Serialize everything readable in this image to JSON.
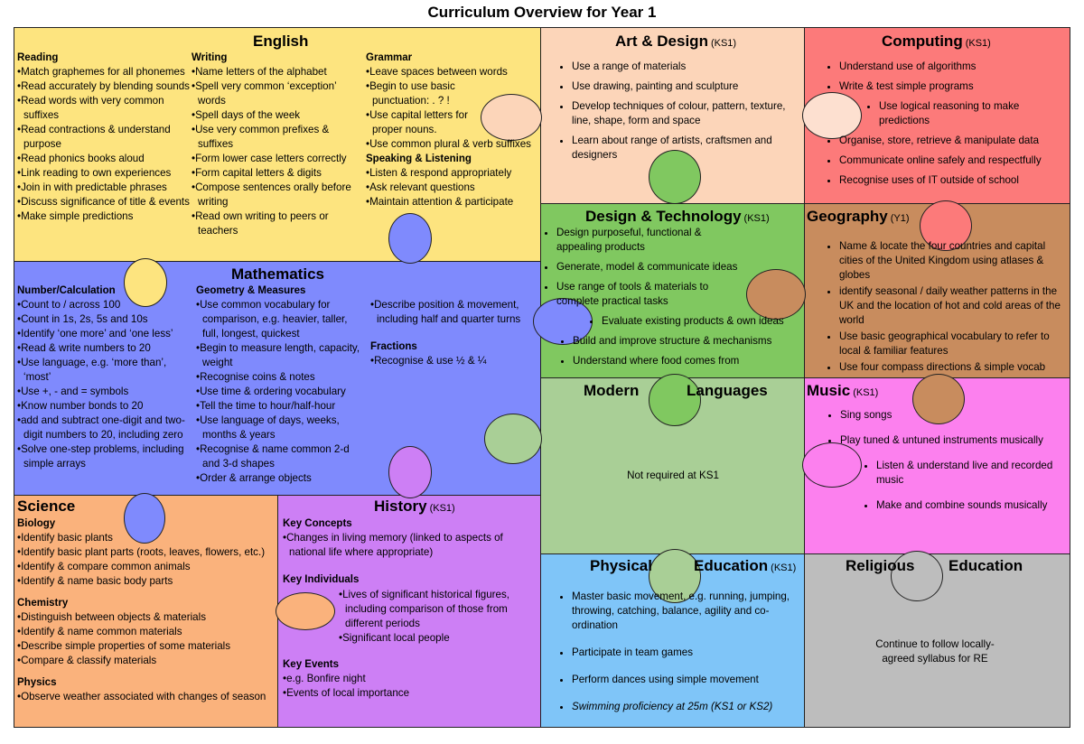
{
  "title": "Curriculum Overview for Year 1",
  "colors": {
    "english": "#fde47f",
    "maths": "#7f8afd",
    "science": "#fab27c",
    "history": "#cd7ff5",
    "art": "#fcd5b9",
    "dt": "#80c860",
    "computing": "#fc7a7a",
    "geography": "#c88c5e",
    "languages": "#a9cf96",
    "music": "#fc80ee",
    "pe": "#7fc5f8",
    "re": "#bdbdbd"
  },
  "english": {
    "title": "English",
    "reading_head": "Reading",
    "reading": [
      "Match graphemes for all phonemes",
      "Read accurately by blending sounds",
      "Read words with very common suffixes",
      "Read contractions & understand purpose",
      "Read phonics books aloud",
      "Link reading to own experiences",
      "Join in with predictable phrases",
      "Discuss significance of title & events",
      "Make simple predictions"
    ],
    "writing_head": "Writing",
    "writing": [
      "Name letters of the alphabet",
      "Spell very common ‘exception’ words",
      "Spell days of the week",
      "Use very common prefixes & suffixes",
      "Form lower case letters correctly",
      "Form capital letters & digits",
      "Compose sentences orally before writing",
      "Read own writing to peers or teachers"
    ],
    "grammar_head": "Grammar",
    "grammar": [
      "Leave spaces between words",
      "Begin to use basic punctuation: . ? !",
      "Use capital letters for proper nouns.",
      "Use common plural & verb suffixes"
    ],
    "speaking_head": "Speaking & Listening",
    "speaking": [
      "Listen & respond appropriately",
      "Ask relevant questions",
      "Maintain attention & participate"
    ]
  },
  "maths": {
    "title": "Mathematics",
    "number_head": "Number/Calculation",
    "number": [
      "Count to / across 100",
      "Count in 1s, 2s, 5s and 10s",
      "Identify ‘one more’ and ‘one less’",
      "Read  & write numbers to 20",
      "Use language, e.g. ‘more than’, ‘most’",
      "Use +, - and = symbols",
      "Know number bonds to 20",
      "add and subtract one-digit and two-digit numbers to 20, including zero",
      "Solve one-step problems, including simple arrays"
    ],
    "geometry_head": "Geometry & Measures",
    "geometry": [
      "Use common vocabulary for comparison, e.g. heavier, taller, full, longest, quickest",
      "Begin to measure length, capacity, weight",
      "Recognise coins & notes",
      "Use time & ordering vocabulary",
      "Tell the time to hour/half-hour",
      "Use language of days, weeks, months & years",
      "Recognise & name common 2-d and 3-d shapes",
      "Order & arrange objects"
    ],
    "position": [
      "Describe position & movement, including half and quarter turns"
    ],
    "fractions_head": "Fractions",
    "fractions": [
      "Recognise & use ½ & ¼"
    ]
  },
  "science": {
    "title": "Science",
    "biology_head": "Biology",
    "biology": [
      "Identify basic plants",
      "Identify basic plant parts (roots, leaves, flowers, etc.)",
      "Identify & compare common animals",
      "Identify & name basic body parts"
    ],
    "chemistry_head": "Chemistry",
    "chemistry": [
      "Distinguish between objects & materials",
      "Identify & name common materials",
      "Describe simple properties of some materials",
      "Compare & classify materials"
    ],
    "physics_head": "Physics",
    "physics": [
      "Observe weather associated with changes of season"
    ]
  },
  "history": {
    "title": "History",
    "ks": "(KS1)",
    "concepts_head": "Key Concepts",
    "concepts": [
      "Changes in living memory (linked to aspects of national life where appropriate)"
    ],
    "individuals_head": "Key Individuals",
    "individuals": [
      "Lives of significant historical figures, including comparison of those from different periods",
      "Significant local people"
    ],
    "events_head": "Key Events",
    "events": [
      "e.g. Bonfire night",
      "Events of local importance"
    ]
  },
  "art": {
    "title": "Art & Design",
    "ks": "(KS1)",
    "items": [
      "Use a range of materials",
      "Use drawing, painting and sculpture",
      "Develop techniques of colour, pattern, texture, line, shape, form and space",
      "Learn about range of artists, craftsmen and designers"
    ]
  },
  "dt": {
    "title": "Design & Technology",
    "ks": "(KS1)",
    "items": [
      "Design purposeful, functional & appealing products",
      "Generate, model & communicate ideas",
      "Use range of tools & materials to complete practical tasks",
      "Evaluate existing products & own ideas",
      "Build and improve structure & mechanisms",
      "Understand where food comes from"
    ]
  },
  "computing": {
    "title": "Computing",
    "ks": "(KS1)",
    "items": [
      "Understand use of algorithms",
      "Write & test simple programs",
      "Use logical reasoning to make predictions",
      "Organise, store, retrieve & manipulate data",
      "Communicate online safely and respectfully",
      "Recognise uses of IT outside of school"
    ]
  },
  "geography": {
    "title": "Geography",
    "ks": "(Y1)",
    "items": [
      "Name & locate the four countries and capital cities of the United Kingdom using atlases & globes",
      "identify seasonal / daily weather patterns in the UK and the location of hot and cold areas of the world",
      "Use basic geographical vocabulary to refer to local & familiar features",
      "Use four compass directions & simple vocab"
    ]
  },
  "languages": {
    "title_a": "Modern",
    "title_b": "Languages",
    "text": "Not required at KS1"
  },
  "music": {
    "title": "Music",
    "ks": "(KS1)",
    "items": [
      "Sing songs",
      "Play tuned & untuned instruments musically",
      "Listen & understand live and recorded music",
      "Make and combine sounds musically"
    ]
  },
  "pe": {
    "title_a": "Physical",
    "title_b": "Education",
    "ks": "(KS1)",
    "items": [
      "Master basic movement, e.g. running, jumping, throwing, catching, balance, agility and co-ordination",
      "Participate in team games",
      "Perform dances using simple movement",
      "Swimming proficiency at 25m (KS1 or KS2)"
    ]
  },
  "re": {
    "title_a": "Religious",
    "title_b": "Education",
    "text": "Continue to follow locally-agreed syllabus for RE"
  }
}
